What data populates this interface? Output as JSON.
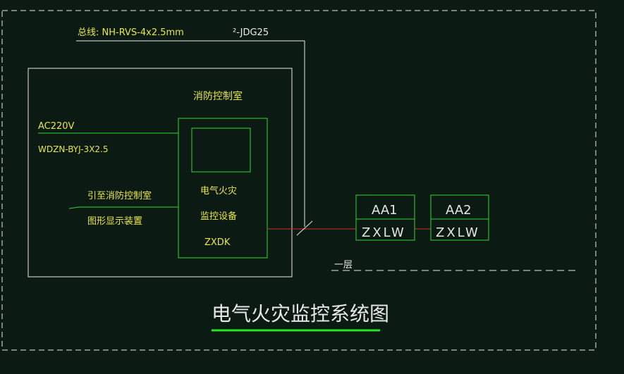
{
  "colors": {
    "background": "#0c1a14",
    "white_line": "#e8e8e8",
    "green_line": "#33d633",
    "yellow_text": "#e8e64a",
    "red_line": "#d82c2c",
    "title_underline": "#22e622",
    "label_white": "#e6e6e6"
  },
  "diagram": {
    "trunk_label": "总线: NH-RVS-4x2.5mm",
    "conduit_label": "²-JDG25",
    "room_label": "消防控制室",
    "power_label": "AC220V",
    "power_cable_label": "WDZN-BYJ-3X2.5",
    "lead_label_1": "引至消防控制室",
    "lead_label_2": "图形显示装置",
    "device_name_1": "电气火灾",
    "device_name_2": "监控设备",
    "device_model": "ZXDK",
    "floor_label": "一层",
    "boxes": [
      {
        "id": "AA1",
        "top": "AA1",
        "bottom": "ZXLW"
      },
      {
        "id": "AA2",
        "top": "AA2",
        "bottom": "ZXLW"
      }
    ],
    "title": "电气火灾监控系统图"
  }
}
